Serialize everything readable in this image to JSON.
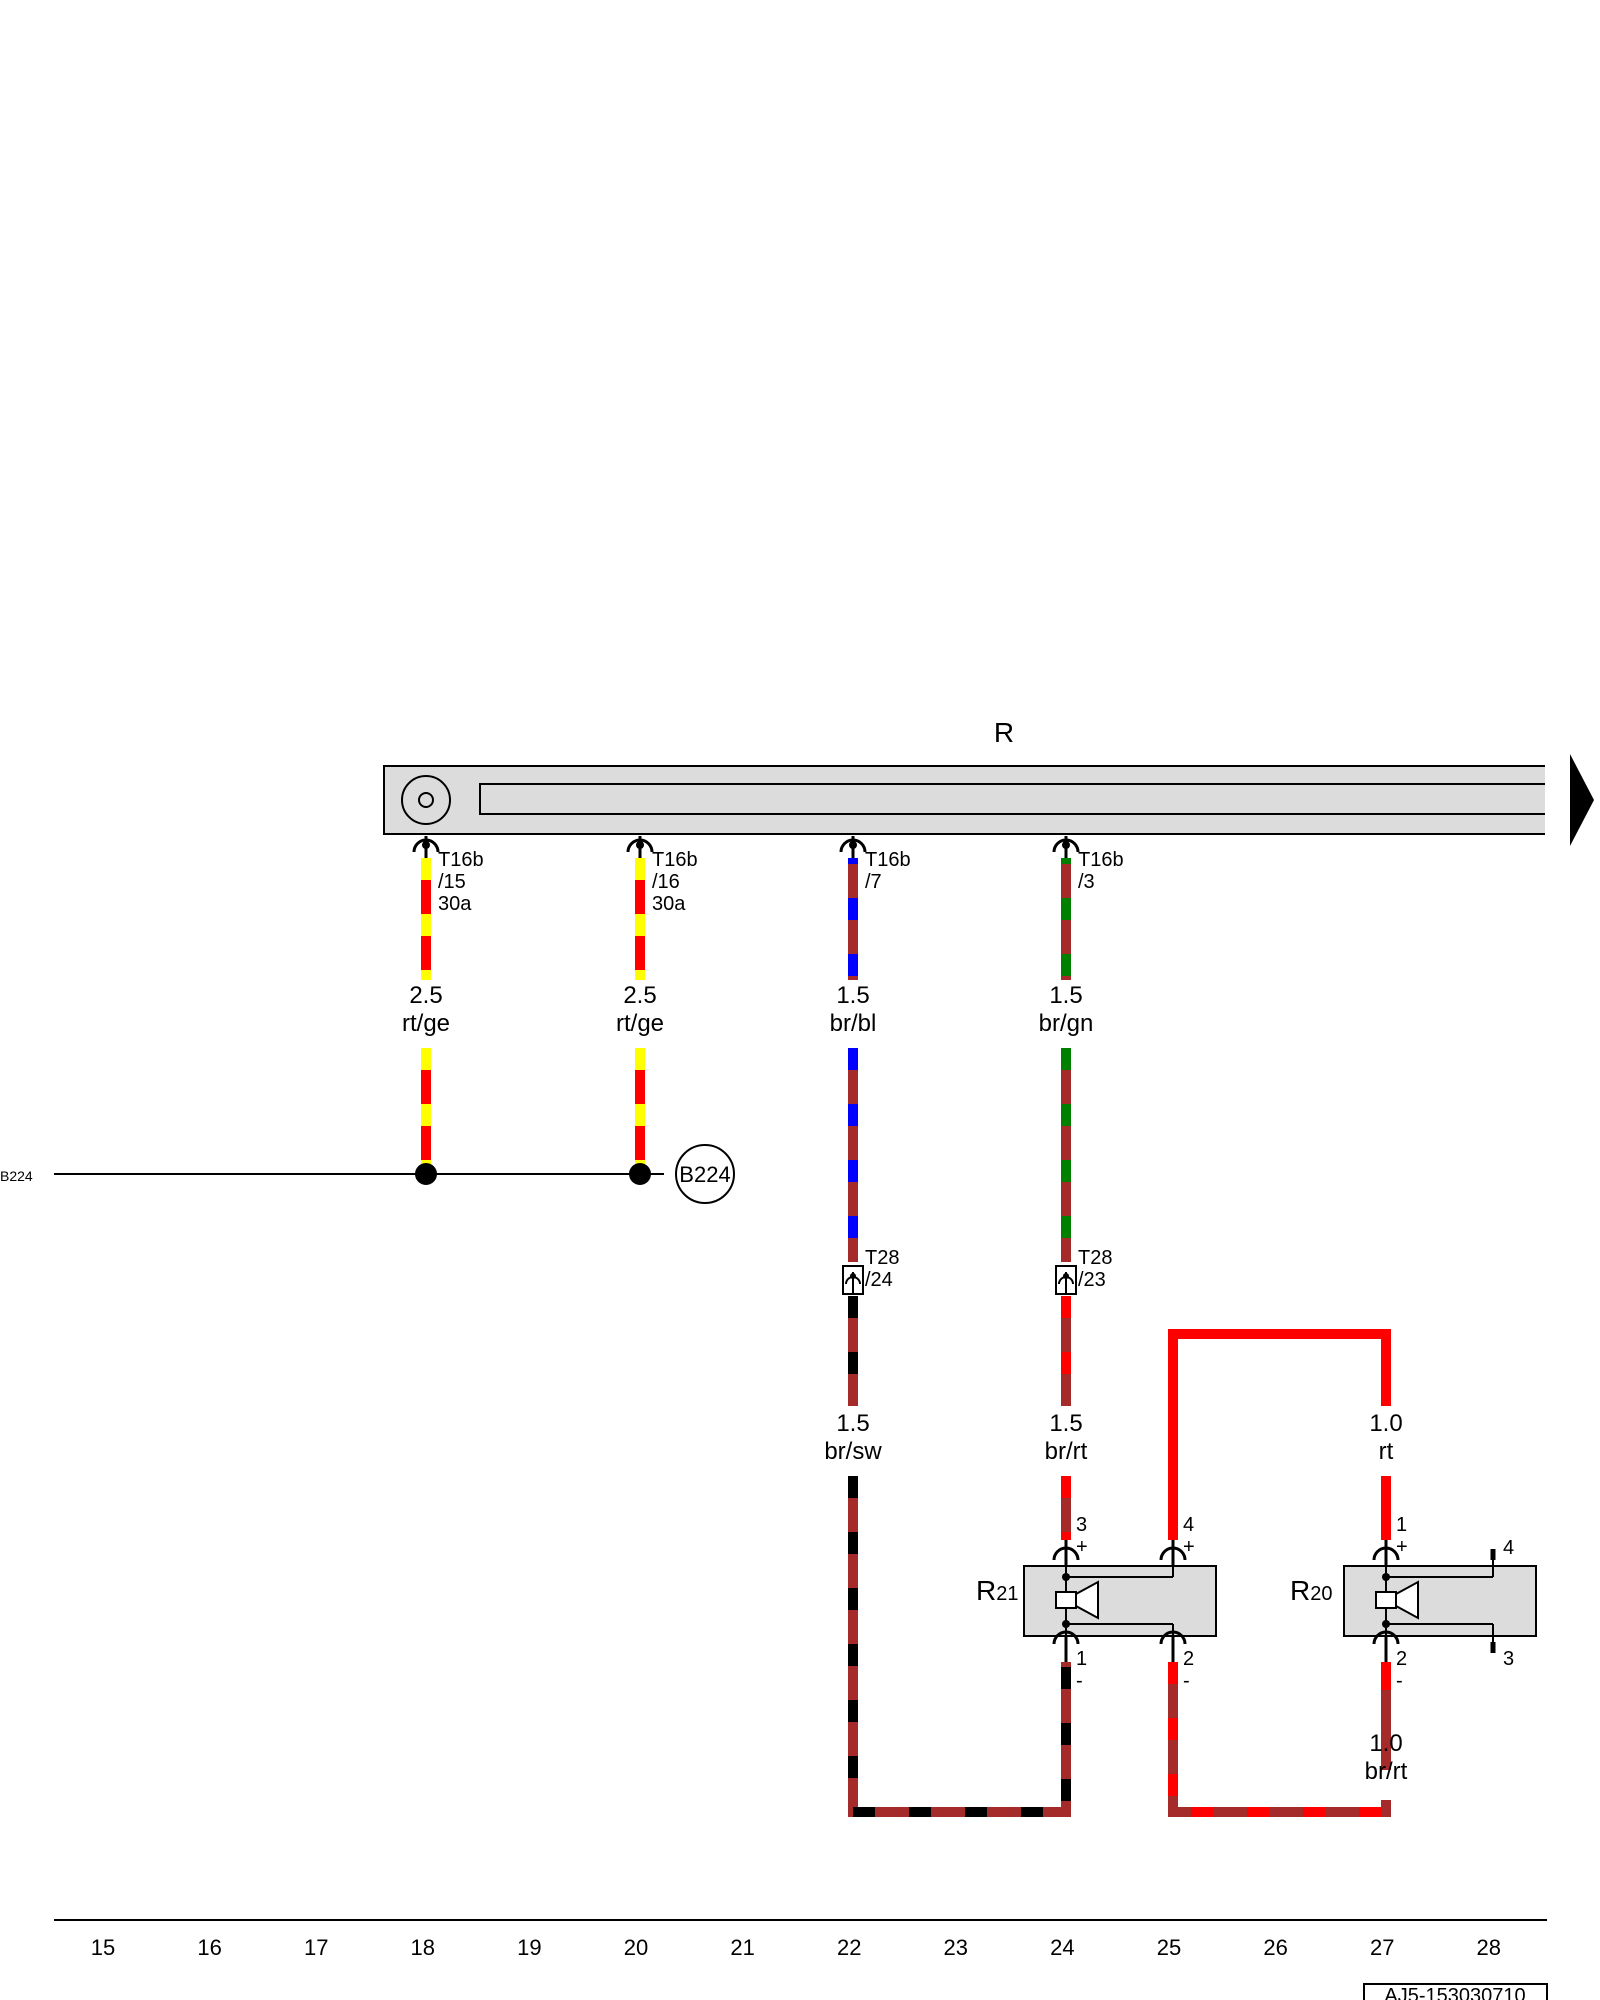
{
  "diagram": {
    "radio_label": "R",
    "b224_left": "B224",
    "b224_circle": "B224",
    "r21": {
      "letter": "R",
      "num": "21"
    },
    "r20": {
      "letter": "R",
      "num": "20"
    },
    "doc_id": "AJ5-153030710",
    "connectors": {
      "c1": {
        "name": "T16b",
        "pin": "/15",
        "extra": "30a"
      },
      "c2": {
        "name": "T16b",
        "pin": "/16",
        "extra": "30a"
      },
      "c3": {
        "name": "T16b",
        "pin": "/7"
      },
      "c4": {
        "name": "T16b",
        "pin": "/3"
      },
      "t28a": {
        "name": "T28",
        "pin": "/24"
      },
      "t28b": {
        "name": "T28",
        "pin": "/23"
      }
    },
    "wires": {
      "w1": {
        "gauge": "2.5",
        "color": "rt/ge"
      },
      "w2": {
        "gauge": "2.5",
        "color": "rt/ge"
      },
      "w3": {
        "gauge": "1.5",
        "color": "br/bl"
      },
      "w4": {
        "gauge": "1.5",
        "color": "br/gn"
      },
      "w5": {
        "gauge": "1.5",
        "color": "br/sw"
      },
      "w6": {
        "gauge": "1.5",
        "color": "br/rt"
      },
      "w7": {
        "gauge": "1.0",
        "color": "rt"
      },
      "w8": {
        "gauge": "1.0",
        "color": "br/rt"
      }
    },
    "pins": {
      "r21_3": "3",
      "r21_3s": "+",
      "r21_4": "4",
      "r21_4s": "+",
      "r21_1": "1",
      "r21_1s": "-",
      "r21_2": "2",
      "r21_2s": "-",
      "r20_1": "1",
      "r20_1s": "+",
      "r20_2": "2",
      "r20_2s": "-",
      "r20_4": "4",
      "r20_3": "3"
    },
    "columns": [
      "15",
      "16",
      "17",
      "18",
      "19",
      "20",
      "21",
      "22",
      "23",
      "24",
      "25",
      "26",
      "27",
      "28"
    ],
    "wire_colors": {
      "red": "#ff0000",
      "yellow": "#ffff00",
      "brown": "#a52a2a",
      "blue": "#0000ff",
      "green": "#008000",
      "black": "#000000"
    }
  }
}
